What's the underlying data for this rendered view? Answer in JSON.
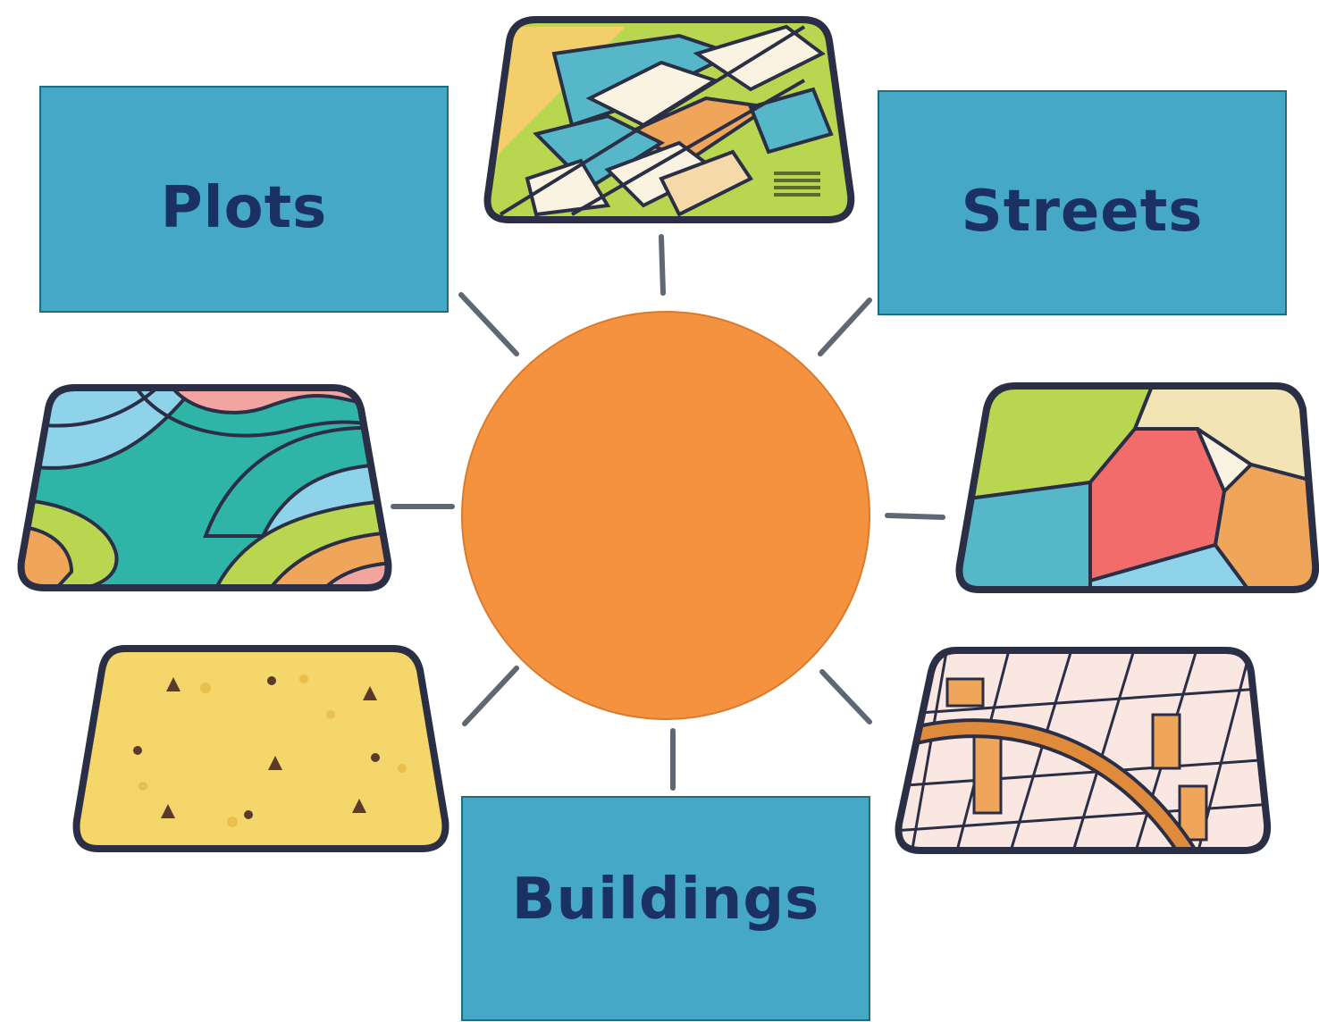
{
  "colors": {
    "box_fill": "#45a8c6",
    "label_text": "#1b3063",
    "hub_fill": "#f59240",
    "connector": "#5e6772"
  },
  "labels": {
    "plots": "Plots",
    "streets": "Streets",
    "buildings": "Buildings"
  },
  "icons": [
    "cadastral-parcels-map-icon",
    "contour-map-icon",
    "zoning-map-icon",
    "point-features-map-icon",
    "street-grid-map-icon"
  ]
}
